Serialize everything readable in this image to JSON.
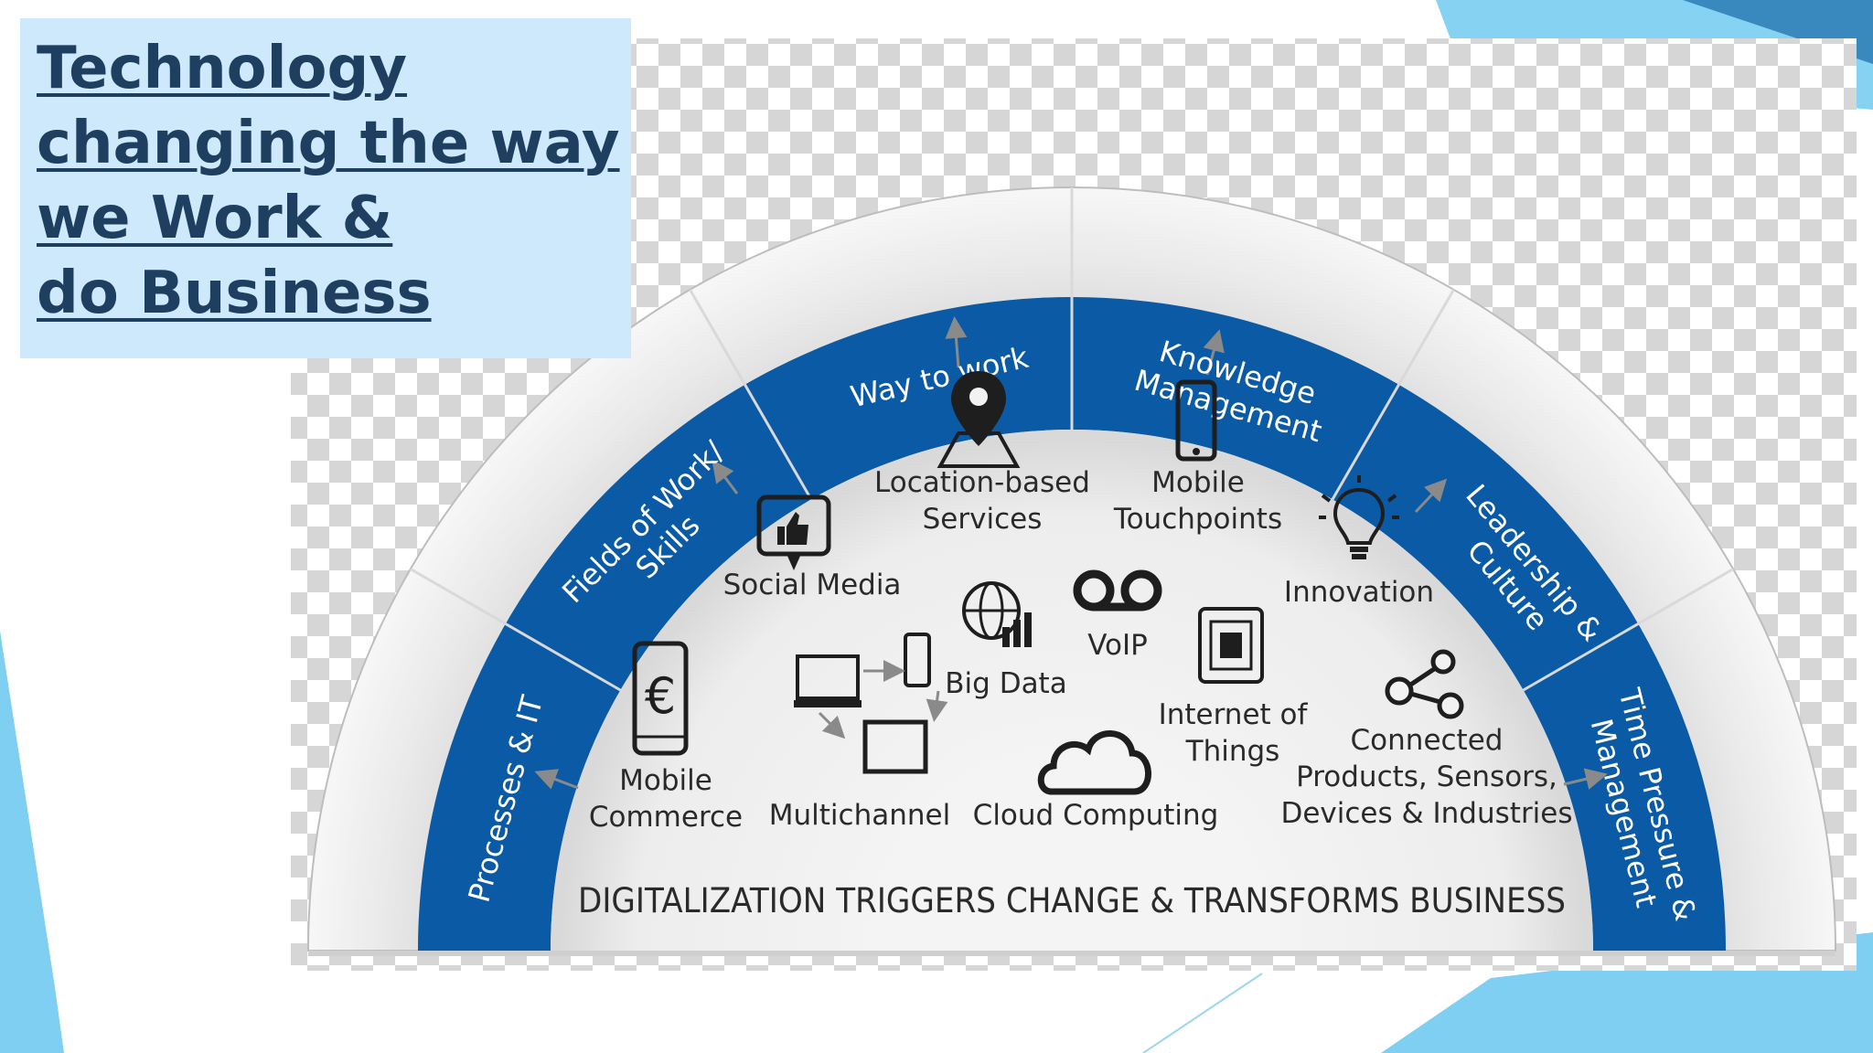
{
  "slide": {
    "title_lines": [
      "Technology",
      "changing the way",
      "we Work &",
      "do Business"
    ]
  },
  "diagram": {
    "caption": "DIGITALIZATION TRIGGERS CHANGE & TRANSFORMS BUSINESS",
    "band_labels": [
      {
        "id": "processes-it",
        "lines": [
          "Processes & IT"
        ]
      },
      {
        "id": "fields-of-work",
        "lines": [
          "Fields of Work/",
          "Skills"
        ]
      },
      {
        "id": "way-to-work",
        "lines": [
          "Way to work"
        ]
      },
      {
        "id": "knowledge-management",
        "lines": [
          "Knowledge",
          "Management"
        ]
      },
      {
        "id": "leadership-culture",
        "lines": [
          "Leadership &",
          "Culture"
        ]
      },
      {
        "id": "time-pressure",
        "lines": [
          "Time Pressure &",
          "Management"
        ]
      }
    ],
    "technologies": [
      {
        "id": "location-based-services",
        "icon": "map-pin-icon",
        "lines": [
          "Location-based",
          "Services"
        ]
      },
      {
        "id": "mobile-touchpoints",
        "icon": "smartphone-icon",
        "lines": [
          "Mobile",
          "Touchpoints"
        ]
      },
      {
        "id": "social-media",
        "icon": "thumbs-up-icon",
        "lines": [
          "Social Media"
        ]
      },
      {
        "id": "innovation",
        "icon": "lightbulb-icon",
        "lines": [
          "Innovation"
        ]
      },
      {
        "id": "big-data",
        "icon": "globe-chart-icon",
        "lines": [
          "Big Data"
        ]
      },
      {
        "id": "voip",
        "icon": "voicemail-icon",
        "lines": [
          "VoIP"
        ]
      },
      {
        "id": "internet-of-things",
        "icon": "chip-icon",
        "lines": [
          "Internet of",
          "Things"
        ]
      },
      {
        "id": "connected-products",
        "icon": "share-nodes-icon",
        "lines": [
          "Connected",
          "Products, Sensors,",
          "Devices & Industries"
        ]
      },
      {
        "id": "mobile-commerce",
        "icon": "euro-phone-icon",
        "lines": [
          "Mobile",
          "Commerce"
        ]
      },
      {
        "id": "multichannel",
        "icon": "devices-icon",
        "lines": [
          "Multichannel"
        ]
      },
      {
        "id": "cloud-computing",
        "icon": "cloud-icon",
        "lines": [
          "Cloud Computing"
        ]
      }
    ],
    "colors": {
      "band_blue": "#0a5aa6",
      "icon_dark": "#1e1e1e",
      "text_dark": "#2a2a2a",
      "accent_light_blue": "#5ec3ee"
    }
  }
}
